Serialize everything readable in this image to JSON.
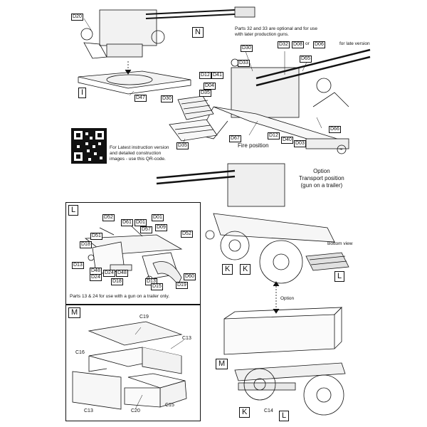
{
  "notes": {
    "optional_parts": "Parts 32 and 33 are optional and for use\nwith later production guns.",
    "qr": "For Latest instruction version\nand detailed construction\nimages - use this QR-code.",
    "fire_position": "Fire position",
    "transport_position": "Option\nTransport position\n(gun on a trailer)",
    "bottom_view": "Bottom view",
    "option": "Option",
    "trailer_parts": "Parts 13 & 24 for use with a gun on a trailer only.",
    "late_or": "or",
    "late_version": "for late version"
  },
  "steps": {
    "N": "N",
    "I": "I",
    "L_box": "L",
    "M_box": "M",
    "K1": "K",
    "K2": "K",
    "L_bottom": "L",
    "M_trailer": "M",
    "K_trailer": "K",
    "L_trailer": "L"
  },
  "parts": {
    "d20": "D20",
    "d47": "D47",
    "d30a": "D30",
    "d32": "D32",
    "d08": "D08",
    "d06": "D06",
    "d33": "D33",
    "d65": "D65",
    "d12a": "D12",
    "d41": "D41",
    "d04": "D04",
    "d30b": "D30",
    "d35a": "D35",
    "d66": "D66",
    "d67": "D67",
    "d12b": "D12",
    "d40": "D40",
    "d03": "D03",
    "d35b": "D35",
    "l_d52a": "D52",
    "l_d61": "D61",
    "l_d01a": "D01",
    "l_d01b": "D01",
    "l_d57": "D57",
    "l_d09": "D09",
    "l_d51": "D51",
    "l_d52b": "D52",
    "l_d18a": "D18",
    "l_d13a": "D13",
    "l_d48a": "D48",
    "l_d24a": "D24",
    "l_d24b": "D24",
    "l_d48b": "D48",
    "l_d18b": "D18",
    "l_d13b": "D13",
    "l_d15": "D15",
    "l_d60": "D60",
    "l_d19": "D19",
    "m_c19": "C19",
    "m_c13a": "C13",
    "m_c16": "C16",
    "m_c20": "C20",
    "m_c13b": "C13",
    "m_c15": "C15",
    "t_c14": "C14"
  }
}
